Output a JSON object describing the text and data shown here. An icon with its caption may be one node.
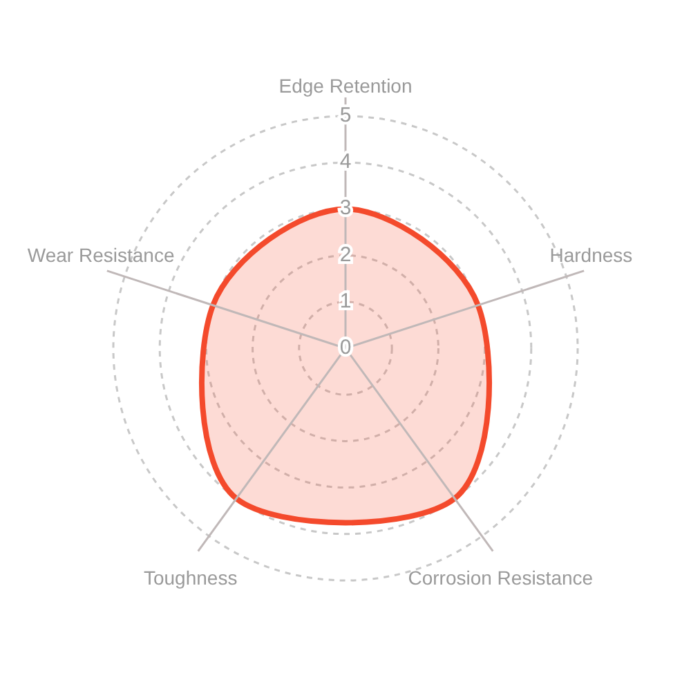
{
  "diagram": {
    "chart_data": {
      "type": "radar",
      "categories": [
        "Edge Retention",
        "Hardness",
        "Corrosion Resistance",
        "Toughness",
        "Wear Resistance"
      ],
      "series": [
        {
          "color": "#f44a2c",
          "values": [
            3,
            3,
            4,
            4,
            3
          ]
        }
      ],
      "yticks": [
        0,
        1,
        2,
        3,
        4,
        5
      ],
      "ylim": [
        0,
        5
      ]
    }
  }
}
